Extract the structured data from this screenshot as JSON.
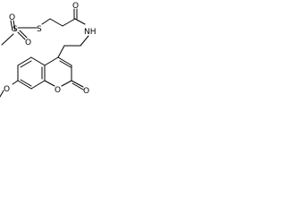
{
  "molecule": {
    "atoms": {
      "o_top_left": "O",
      "s_sulfonyl": "S",
      "o_top_right": "O",
      "s_thio": "S",
      "o_carbonyl": "O",
      "nh": "NH",
      "o_methoxy": "O",
      "o_ring": "O",
      "o_lactone_carbonyl": "O"
    }
  }
}
